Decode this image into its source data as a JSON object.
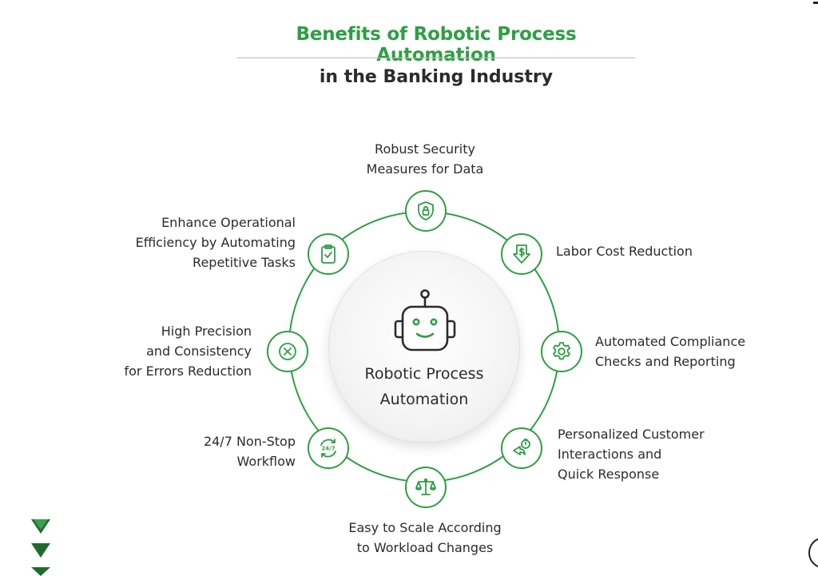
{
  "header": {
    "title": "Benefits of Robotic Process Automation",
    "subtitle": "in the Banking Industry"
  },
  "center": {
    "label_line1": "Robotic Process",
    "label_line2": "Automation",
    "icon": "robot-icon"
  },
  "benefits": [
    {
      "lines": [
        "Robust Security",
        "Measures for Data"
      ],
      "icon": "shield-lock-icon"
    },
    {
      "lines": [
        "Labor Cost Reduction"
      ],
      "icon": "dollar-down-arrow-icon"
    },
    {
      "lines": [
        "Automated Compliance",
        "Checks and Reporting"
      ],
      "icon": "gear-icon"
    },
    {
      "lines": [
        "Personalized Customer",
        "Interactions and",
        "Quick Response"
      ],
      "icon": "quick-response-icon"
    },
    {
      "lines": [
        "Easy to Scale According",
        "to Workload Changes"
      ],
      "icon": "balance-scale-icon"
    },
    {
      "lines": [
        "24/7 Non-Stop",
        "Workflow"
      ],
      "icon": "clock-24-7-icon"
    },
    {
      "lines": [
        "High Precision",
        "and Consistency",
        "for Errors Reduction"
      ],
      "icon": "x-circle-icon"
    },
    {
      "lines": [
        "Enhance Operational",
        "Efficiency by Automating",
        "Repetitive Tasks"
      ],
      "icon": "clipboard-check-icon"
    }
  ],
  "colors": {
    "accent": "#2f9e44",
    "text": "#2b2b2b",
    "arrow": "#1f6b2c"
  }
}
